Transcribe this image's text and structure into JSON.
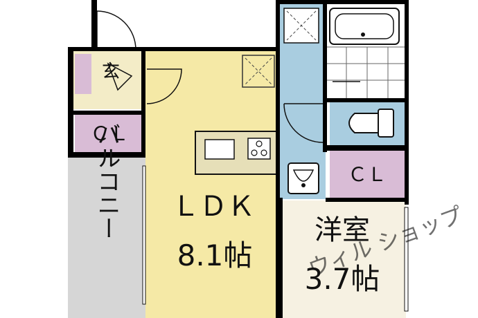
{
  "rooms": {
    "genkan": "玄",
    "cl_left": "ＣＬ",
    "cl_right": "ＣＬ",
    "balcony": "バルコニー",
    "ldk_name": "ＬＤＫ",
    "ldk_size": "8.1帖",
    "western_name": "洋室",
    "western_size": "3.7帖"
  },
  "watermark": "ウィル ショップ",
  "colors": {
    "wall": "#000000",
    "ldk_floor": "#f5e9a6",
    "entrance_floor": "#f3ecc7",
    "closet": "#d9bcd6",
    "wet_area": "#a9cde0",
    "balcony": "#d6d6d6",
    "western_floor": "#f6f1e2"
  }
}
